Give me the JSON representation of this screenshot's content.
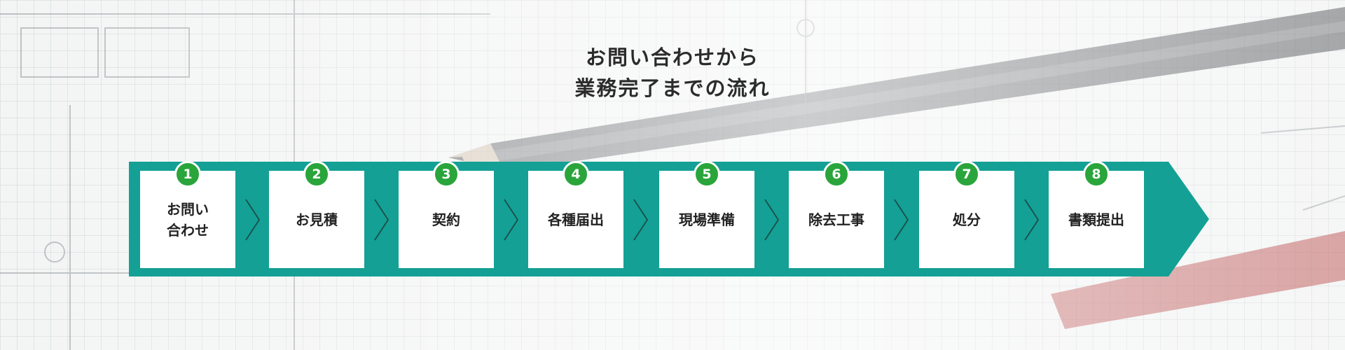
{
  "heading": {
    "line1": "お問い合わせから",
    "line2": "業務完了までの流れ"
  },
  "colors": {
    "band": "#14a095",
    "badge": "#2aa53b",
    "box": "#ffffff",
    "text": "#222222"
  },
  "steps": [
    {
      "number": "1",
      "label": "お問い\n合わせ"
    },
    {
      "number": "2",
      "label": "お見積"
    },
    {
      "number": "3",
      "label": "契約"
    },
    {
      "number": "4",
      "label": "各種届出"
    },
    {
      "number": "5",
      "label": "現場準備"
    },
    {
      "number": "6",
      "label": "除去工事"
    },
    {
      "number": "7",
      "label": "処分"
    },
    {
      "number": "8",
      "label": "書類提出"
    }
  ],
  "separator_icon": "chevron-right-icon"
}
